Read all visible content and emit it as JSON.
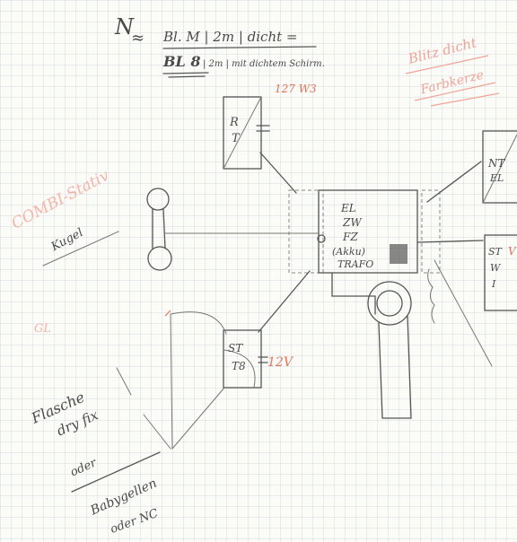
{
  "header": {
    "n_symbol": "N",
    "approx": "≈",
    "line1": "Bl. M | 2m | dicht =",
    "line2_bold": "BL 8",
    "line2_rest": "| 2m | mit dichtem Schirm.",
    "sub_red": "127 W3"
  },
  "top_right_note": {
    "line1": "Blitz dicht",
    "line2": "Farbkerze"
  },
  "left_notes": {
    "combi": "COMBI-Stativ",
    "combi_sub": "Kugel",
    "gl": "GL",
    "flasche": "Flasche",
    "dry": "dry fix",
    "ode1": "oder",
    "babygelle": "Babygellen",
    "ode2": "oder NC"
  },
  "components": {
    "top_box": [
      "R",
      "T"
    ],
    "bottom_box_line1": "ST",
    "bottom_box_line2": "T8",
    "bottom_voltage": "12V",
    "center_box": [
      "EL",
      "ZW",
      "FZ",
      "(Akku)",
      "TRAFO"
    ],
    "right_top_box": [
      "NT",
      "EL"
    ],
    "right_mid_box": [
      "ST",
      "W",
      "I"
    ],
    "right_mid_red": "V"
  },
  "colors": {
    "ink": "#4a4a4a",
    "red": "#e0735a",
    "paper": "#fbfbf8"
  }
}
